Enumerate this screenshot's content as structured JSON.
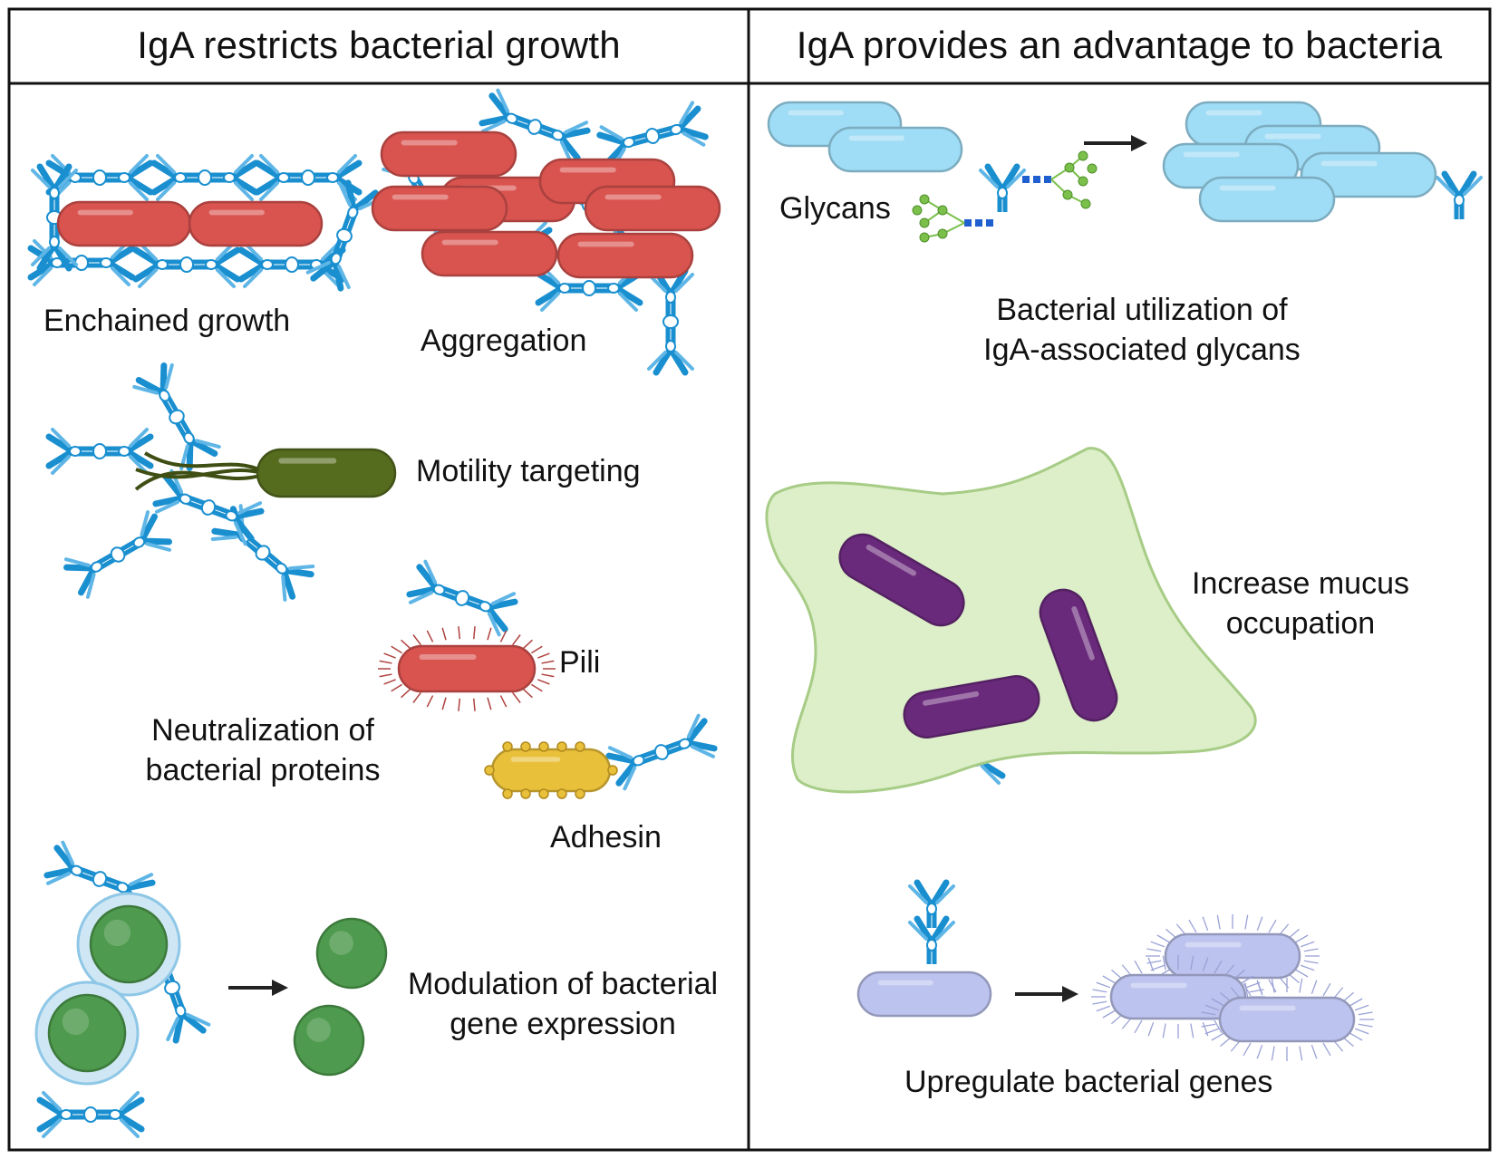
{
  "headers": {
    "left": "IgA restricts bacterial growth",
    "right": "IgA provides an advantage to bacteria"
  },
  "left_panel": {
    "enchained_growth": "Enchained growth",
    "aggregation": "Aggregation",
    "motility_targeting": "Motility targeting",
    "pili": "Pili",
    "neutralization": [
      "Neutralization of",
      "bacterial proteins"
    ],
    "adhesin": "Adhesin",
    "modulation": [
      "Modulation of bacterial",
      "gene expression"
    ]
  },
  "right_panel": {
    "glycans": "Glycans",
    "glycan_utilization": [
      "Bacterial utilization of",
      "IgA-associated glycans"
    ],
    "mucus_occupation": [
      "Increase mucus",
      "occupation"
    ],
    "upregulate": "Upregulate bacterial genes"
  },
  "colors": {
    "antibody": "#1a8fd0",
    "red_bacteria": "#d9534f",
    "green_bacteria": "#556b1e",
    "yellow_bacteria": "#e9c03a",
    "light_blue_bacteria": "#9fdcf5",
    "purple_bacteria": "#6a2a7c",
    "lavender_bacteria": "#bcc3ee",
    "mucus": "#dcefc8",
    "glycan_green": "#7bc04b",
    "glycan_blue": "#1f5fcf",
    "cell_green": "#4e9a4e"
  }
}
